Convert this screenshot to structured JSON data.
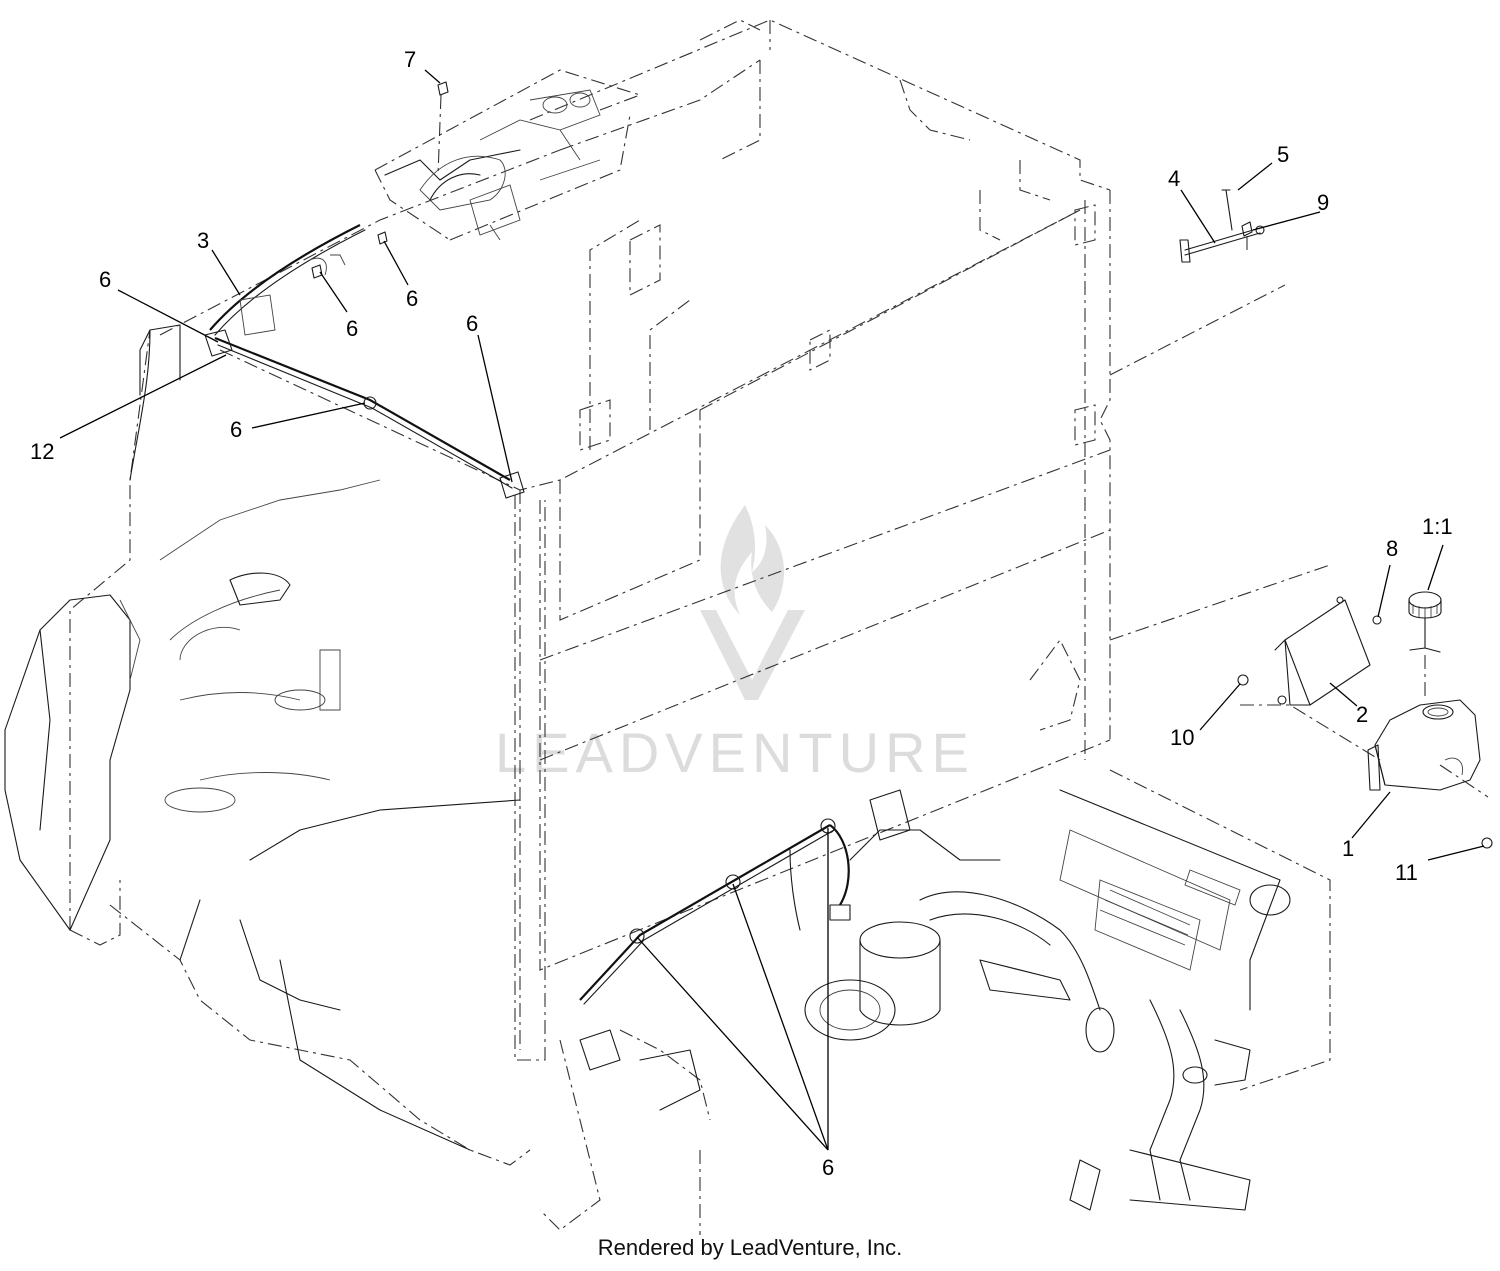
{
  "watermark": {
    "text": "LEADVENTURE",
    "icon": "leadventure-flame-logo"
  },
  "footer": {
    "text": "Rendered by LeadVenture, Inc."
  },
  "callouts": {
    "c1": "1",
    "c1_1": "1:1",
    "c2": "2",
    "c3": "3",
    "c4": "4",
    "c5": "5",
    "c6": "6",
    "c7": "7",
    "c8": "8",
    "c9": "9",
    "c10": "10",
    "c11": "11",
    "c12": "12"
  }
}
